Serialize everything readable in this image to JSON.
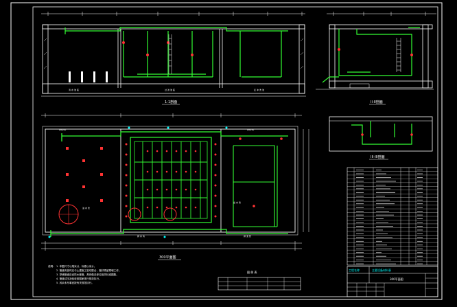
{
  "drawing": {
    "section_upper_left_title": "1-1剖面",
    "section_upper_right_title": "II-II剖面",
    "section_middle_right_title": "III-III剖面",
    "plan_title": "300平面图",
    "notes_heading": "说明：",
    "notes": [
      "1. 本图尺寸以毫米计，标高以米计。",
      "2. 管道安装时应与土建施工密切配合，做好预留预埋工作。",
      "3. 穿墙管道应设防水套管，具体做法参见相关标准图集。",
      "4. 管道试压及验收按国家现行规范执行。",
      "5. 其余未尽事宜按有关规范执行。"
    ],
    "legend_title": "图 例 表",
    "table_header": "主要设备材料表",
    "title_block_name": "工程名称",
    "title_block_drawing": "300平面图",
    "colors": {
      "background": "#000000",
      "linework": "#ffffff",
      "pipe": "#33ff33",
      "equipment": "#ff3333",
      "annotation": "#00ffff",
      "frame": "#ffffff"
    }
  }
}
